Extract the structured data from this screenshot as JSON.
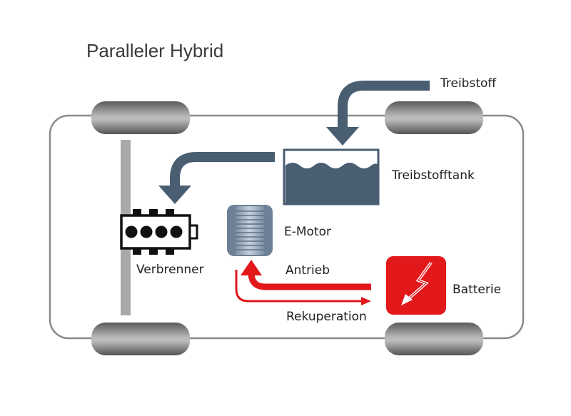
{
  "title": "Paralleler Hybrid",
  "labels": {
    "fuel": "Treibstoff",
    "fuel_tank": "Treibstofftank",
    "e_motor": "E-Motor",
    "combustion_engine": "Verbrenner",
    "drive": "Antrieb",
    "battery": "Batterie",
    "recuperation": "Rekuperation"
  },
  "colors": {
    "slate_blue": "#4a5e72",
    "red": "#e2181b",
    "car_outline": "#8a8a8a",
    "axle": "#a9a9a9"
  },
  "icons": {
    "fuel_tank": "fuel-tank-icon",
    "engine": "engine-icon",
    "e_motor": "electric-motor-icon",
    "battery": "battery-lightning-icon"
  }
}
